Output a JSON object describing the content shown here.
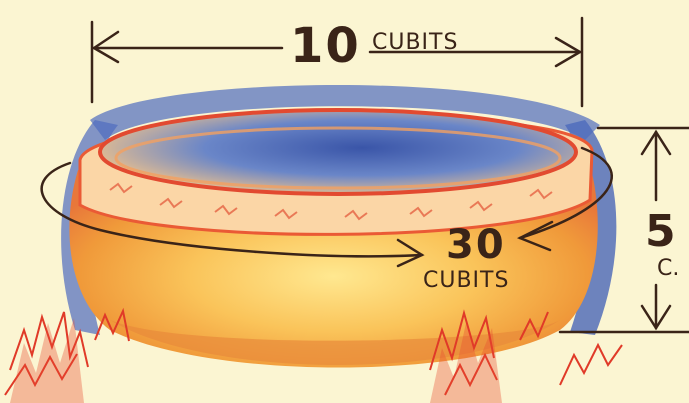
{
  "diagram": {
    "width": {
      "value": "10",
      "unit": "CUBITS"
    },
    "circumference": {
      "value": "30",
      "unit": "CUBITS"
    },
    "height": {
      "value": "5",
      "unit": "C."
    }
  },
  "colors": {
    "background": "#fbf5d2",
    "ink": "#3a2418",
    "blue_shading": "#3b57a8",
    "orange_body": "#f0a040",
    "red_outline": "#e0402a"
  }
}
